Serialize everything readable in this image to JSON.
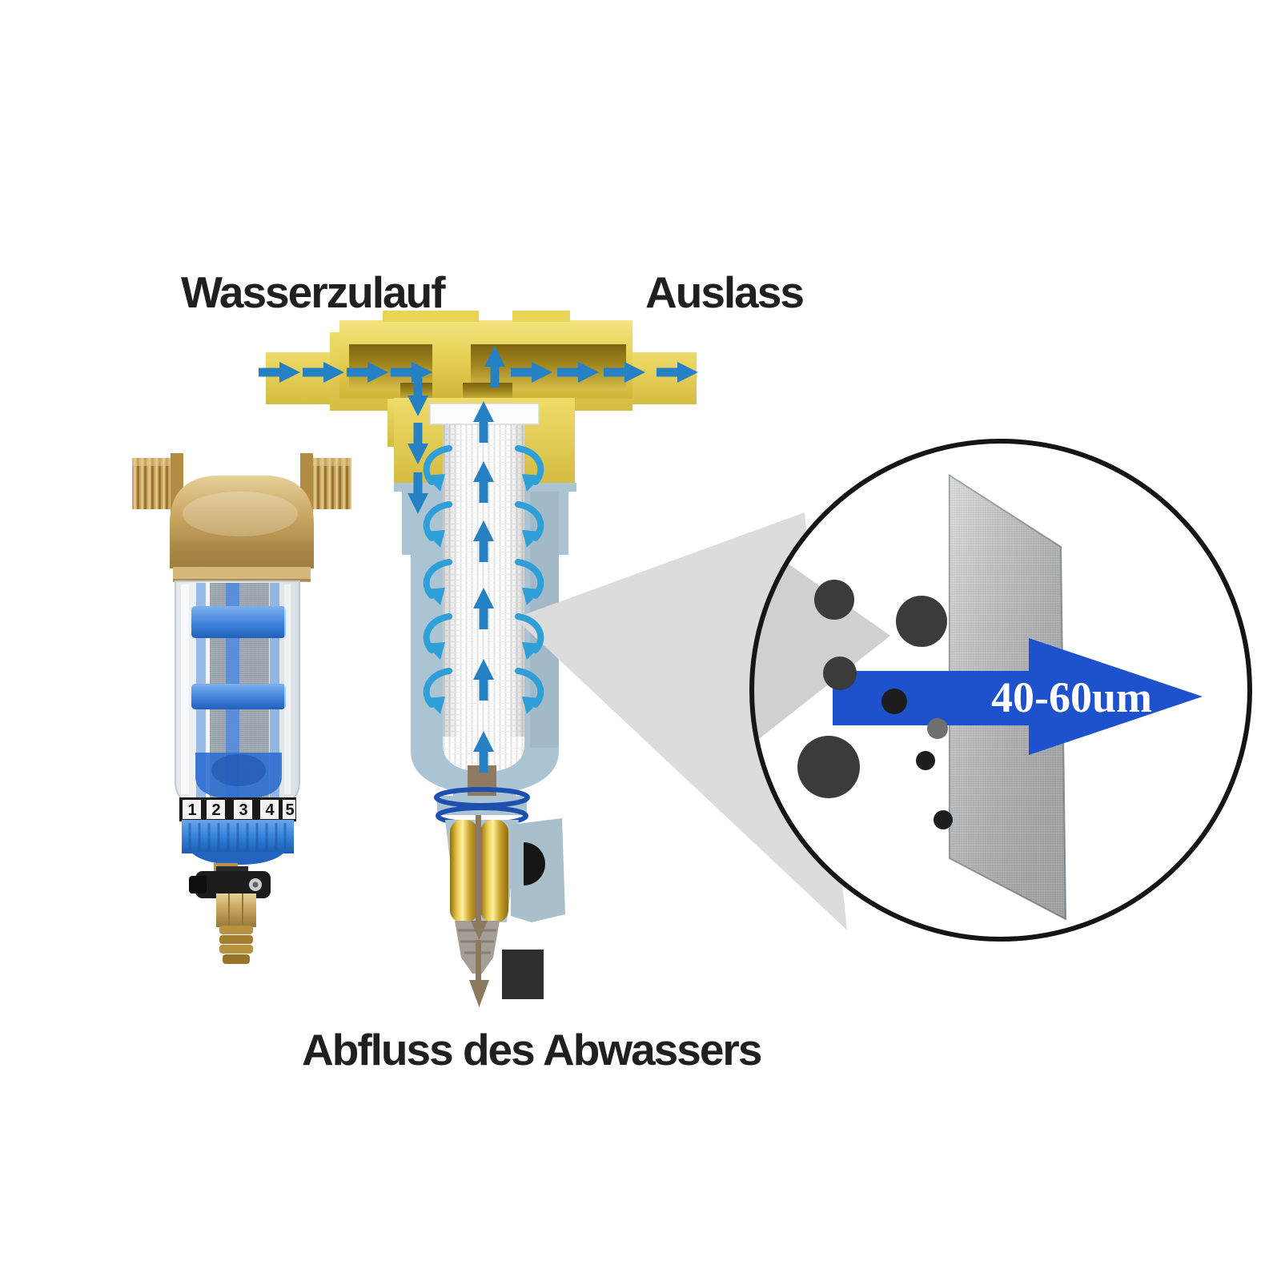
{
  "labels": {
    "inlet": "Wasserzulauf",
    "outlet": "Auslass",
    "drain": "Abfluss des Abwassers"
  },
  "inset": {
    "micron_rating": "40-60um"
  },
  "product_photo": {
    "scale_numbers": [
      "1",
      "2",
      "3",
      "4",
      "5"
    ]
  },
  "colors": {
    "pipe_yellow": "#e8d155",
    "pipe_bore": "#8f7517",
    "housing_blue": "#abc4d3",
    "flow_arrow_blue": "#2681c4",
    "swirl_blue": "#2f9fd8",
    "brass": "#c5a25d",
    "collar_blue": "#2e7fd6",
    "inset_arrow_blue": "#1d52cc",
    "background": "#ffffff"
  }
}
